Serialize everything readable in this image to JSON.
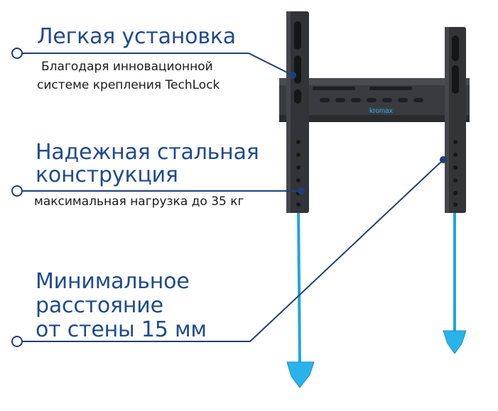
{
  "features": [
    {
      "title": "Легкая установка",
      "description_line1": "Благодаря инновационной",
      "description_line2": "системе крепления TechLock"
    },
    {
      "title_line1": "Надежная стальная",
      "title_line2": "конструкция",
      "description": "максимальная нагрузка до 35 кг"
    },
    {
      "title_line1": "Минимальное",
      "title_line2": "расстояние",
      "title_line3": "от стены 15 мм"
    }
  ],
  "product": {
    "brand_logo_text": "kromax"
  },
  "colors": {
    "heading": "#1f4a8f",
    "callout_line": "#1f3f7a",
    "bracket_metal": "#2e2f33",
    "strap_cyan": "#1ea6e0"
  }
}
